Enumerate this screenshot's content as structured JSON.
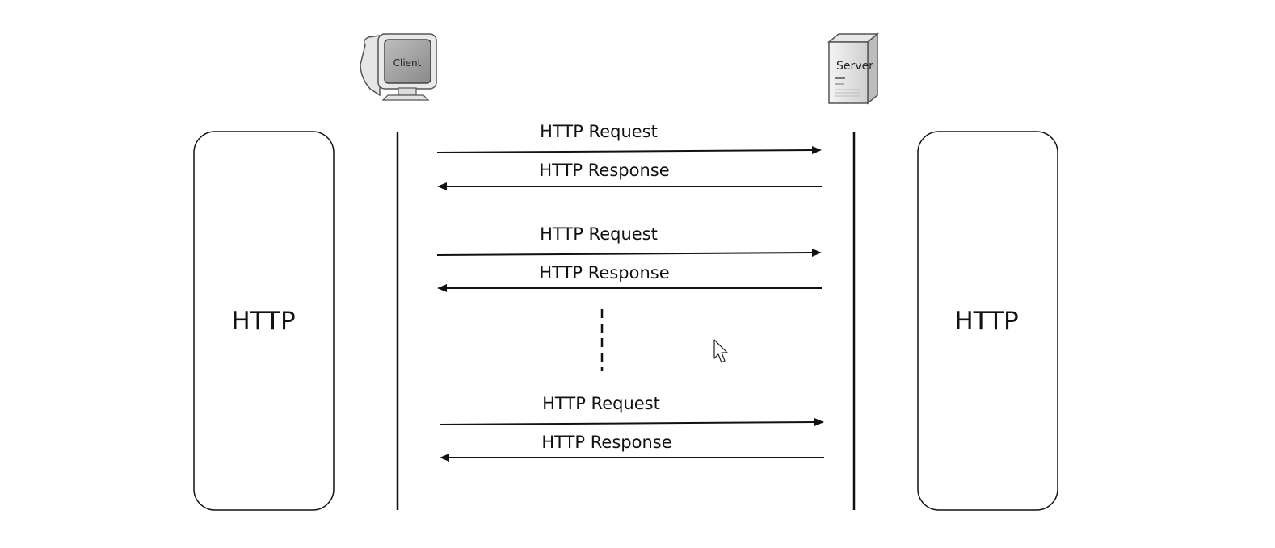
{
  "participants": {
    "client": {
      "icon": "client-monitor-icon",
      "label": "Client"
    },
    "server": {
      "icon": "server-tower-icon",
      "label": "Server"
    }
  },
  "protocol_boxes": {
    "left": {
      "label": "HTTP"
    },
    "right": {
      "label": "HTTP"
    }
  },
  "exchanges": [
    {
      "request": "HTTP Request",
      "response": "HTTP Response"
    },
    {
      "request": "HTTP Request",
      "response": "HTTP Response"
    },
    {
      "request": "HTTP Request",
      "response": "HTTP Response"
    }
  ],
  "continuation": {
    "icon": "dashed-ellipsis-line"
  },
  "cursor": {
    "icon": "mouse-pointer-icon"
  }
}
